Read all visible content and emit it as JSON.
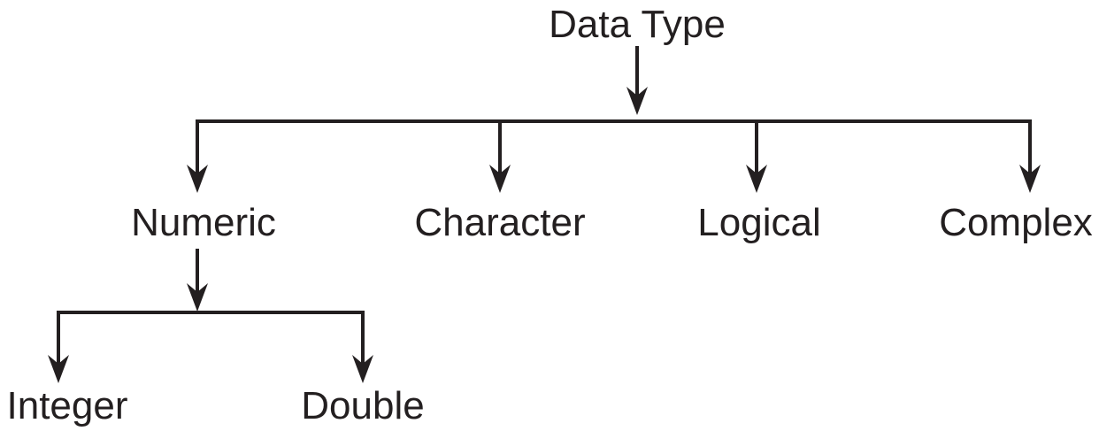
{
  "diagram": {
    "root": {
      "label": "Data Type"
    },
    "level1": [
      {
        "label": "Numeric"
      },
      {
        "label": "Character"
      },
      {
        "label": "Logical"
      },
      {
        "label": "Complex"
      }
    ],
    "level2": [
      {
        "label": "Integer"
      },
      {
        "label": "Double"
      }
    ]
  },
  "colors": {
    "ink": "#231f20",
    "background": "#ffffff"
  }
}
